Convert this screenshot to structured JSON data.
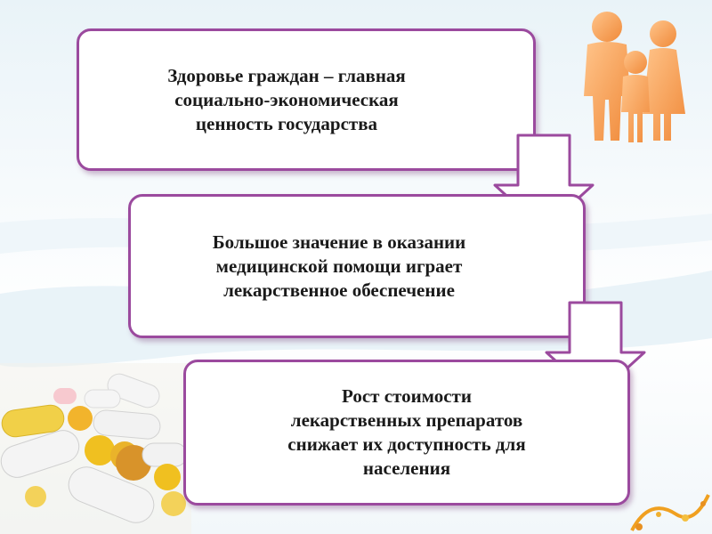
{
  "slide": {
    "box1_text": "Здоровье граждан – главная\nсоциально-экономическая\nценность государства",
    "box2_text": "Большое значение в оказании\nмедицинской помощи играет\nлекарственное обеспечение",
    "box3_text": "Рост стоимости\nлекарственных препаратов\nснижает их доступность для\nнаселения"
  },
  "colors": {
    "border": "#9b4a9e",
    "family": "#f29a4a",
    "pill_yellow": "#f0c020",
    "pill_white": "#f4f4f4"
  },
  "icons": [
    "family-icon",
    "pills-image",
    "down-arrow-icon",
    "decorative-swirl"
  ]
}
